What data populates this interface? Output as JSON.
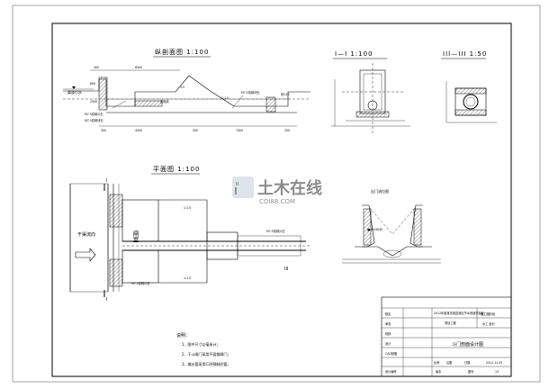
{
  "views": {
    "longitudinal_title": "纵剖面图 1:100",
    "section1_title": "I—I 1:100",
    "section3_title": "III—III 1:50",
    "plan_title": "平面图 1:100",
    "outlet_title": "出门流位图"
  },
  "longitudinal": {
    "upstream_label": "渠道引水",
    "labels": [
      "1:5",
      "1:1.5",
      "渠底线",
      "砼C20",
      "M7.5浆砌块石",
      "M7.5浆砌片石"
    ],
    "dims_top": [
      "400",
      "6000"
    ],
    "dims_bottom": [
      "300",
      "4000",
      "300",
      "7400",
      "200"
    ],
    "dims_left": [
      "800",
      "2300"
    ]
  },
  "plan": {
    "canal_label": "干渠流向",
    "structure_label": "闸室",
    "labels": [
      "M7.5浆砌片石",
      "M7.5浆砌片石",
      "1:1.5"
    ],
    "section_marks": [
      "I",
      "I",
      "II",
      "III"
    ]
  },
  "notes": {
    "heading": "说明：",
    "items": [
      "1、图中尺寸以毫米计；",
      "2、干斗闸门采用平面钢闸门；",
      "3、输水管采用C20预制砼管。"
    ]
  },
  "title_block": {
    "project": "2012年度某省某县灌区节水改造项目区",
    "project2": "项目工程",
    "stage": "施工图阶段",
    "discipline": "水工 部分",
    "drawing_name": "斗门剖面设计图",
    "rows_left": [
      "核定",
      "审查",
      "校核",
      "设计",
      "CAD制图",
      "设计编号"
    ],
    "scale_label": "比例",
    "scale_value": "见图",
    "date_label": "日期",
    "date_value": "2012.11.05",
    "drawing_no_label": "图号",
    "drawing_no": "13",
    "revision_label": "版本"
  }
}
